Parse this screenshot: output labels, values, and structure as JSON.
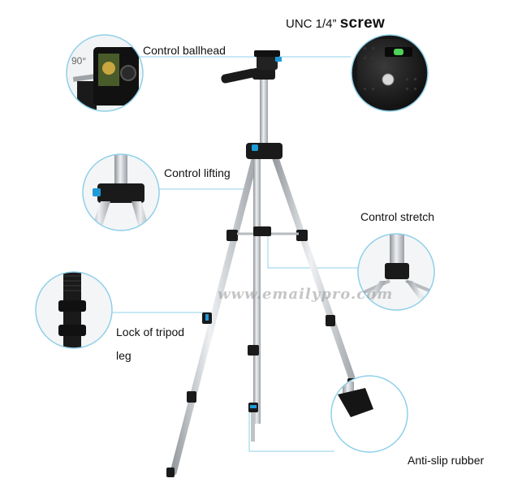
{
  "callouts": {
    "screw": {
      "prefix": "UNC 1/4”",
      "word": "screw"
    },
    "ballhead": "Control ballhead",
    "rotation_angle": "90°",
    "lifting": "Control lifting",
    "stretch": "Control stretch",
    "lock_line1": "Lock of tripod",
    "lock_line2": "leg",
    "rubber": "Anti-slip rubber"
  },
  "watermark": "www.emailypro.com",
  "colors": {
    "accent_blue": "#1e9bd7",
    "leader_line": "#8fd0ea",
    "aluminum": "#c9cdd1",
    "black_part": "#1a1a1a"
  }
}
